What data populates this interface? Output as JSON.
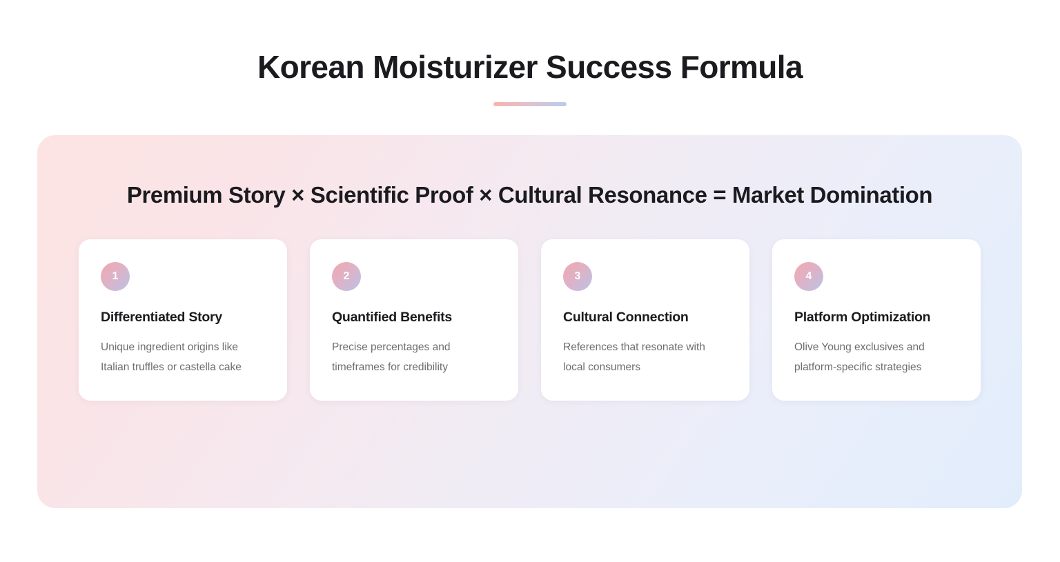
{
  "header": {
    "title": "Korean Moisturizer Success Formula",
    "divider": {
      "gradient_from": "#f6b3b0",
      "gradient_to": "#b8cdeb"
    }
  },
  "panel": {
    "formula_heading": "Premium Story × Scientific Proof × Cultural Resonance = Market Domination",
    "background": {
      "gradient_from": "#fde3e3",
      "gradient_mid": "#f0ecf5",
      "gradient_to": "#e2edfc"
    },
    "cards": [
      {
        "number": "1",
        "title": "Differentiated Story",
        "description": "Unique ingredient origins like Italian truffles or castella cake"
      },
      {
        "number": "2",
        "title": "Quantified Benefits",
        "description": "Precise percentages and timeframes for credibility"
      },
      {
        "number": "3",
        "title": "Cultural Connection",
        "description": "References that resonate with local consumers"
      },
      {
        "number": "4",
        "title": "Platform Optimization",
        "description": "Olive Young exclusives and platform-specific strategies"
      }
    ]
  },
  "theme": {
    "text_primary": "#1b1b1f",
    "text_secondary": "#6d6d72",
    "card_background": "#ffffff",
    "badge_gradient_from": "#f2a8ad",
    "badge_gradient_to": "#b9c3e6"
  }
}
